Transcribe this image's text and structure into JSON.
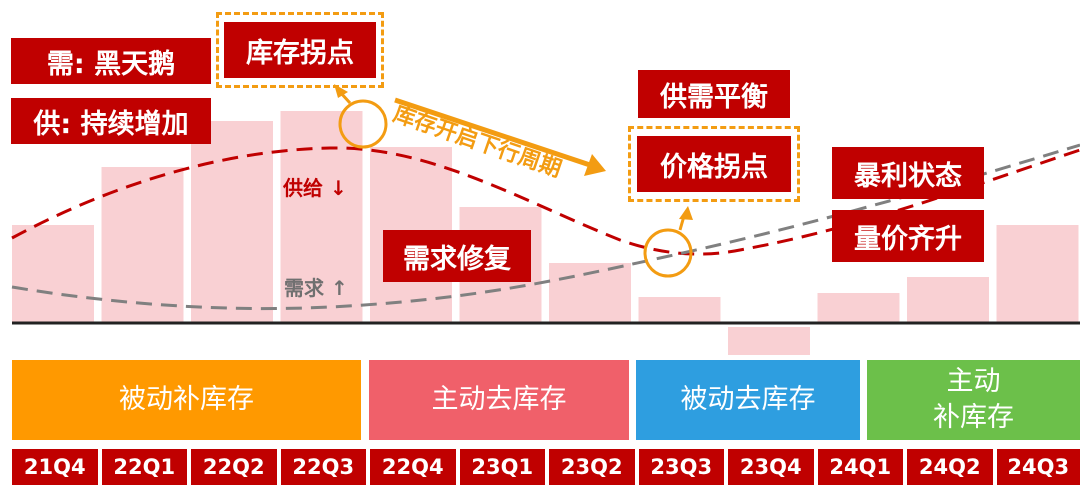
{
  "chart_data": {
    "type": "bar",
    "categories": [
      "21Q4",
      "22Q1",
      "22Q2",
      "22Q3",
      "22Q4",
      "23Q1",
      "23Q2",
      "23Q3",
      "23Q4",
      "24Q1",
      "24Q2",
      "24Q3"
    ],
    "values": [
      49,
      78,
      101,
      106,
      88,
      58,
      30,
      13,
      -14,
      15,
      23,
      49
    ],
    "ylim": [
      -30,
      120
    ],
    "bar_color": "#f9d0d3"
  },
  "labels": {
    "demand_black_swan": "需: 黑天鹅",
    "supply_increase": "供: 持续增加",
    "inventory_inflection": "库存拐点",
    "downcycle_arrow": "库存开启下行周期",
    "supply_demand_balance": "供需平衡",
    "price_inflection": "价格拐点",
    "windfall_state": "暴利状态",
    "volume_price_rise": "量价齐升",
    "demand_repair": "需求修复",
    "supply_curve_label": "供给 ↓",
    "demand_curve_label": "需求 ↑"
  },
  "phases": [
    {
      "label": "被动补库存",
      "color": "#ff9900"
    },
    {
      "label": "主动去库存",
      "color": "#f0606a"
    },
    {
      "label": "被动去库存",
      "color": "#2e9ee0"
    },
    {
      "label": "主动\n补库存",
      "color": "#6cc04a"
    }
  ],
  "colors": {
    "accent_red": "#c00000",
    "accent_orange": "#f39c12",
    "supply_curve": "#c00000",
    "demand_curve": "#808080"
  }
}
